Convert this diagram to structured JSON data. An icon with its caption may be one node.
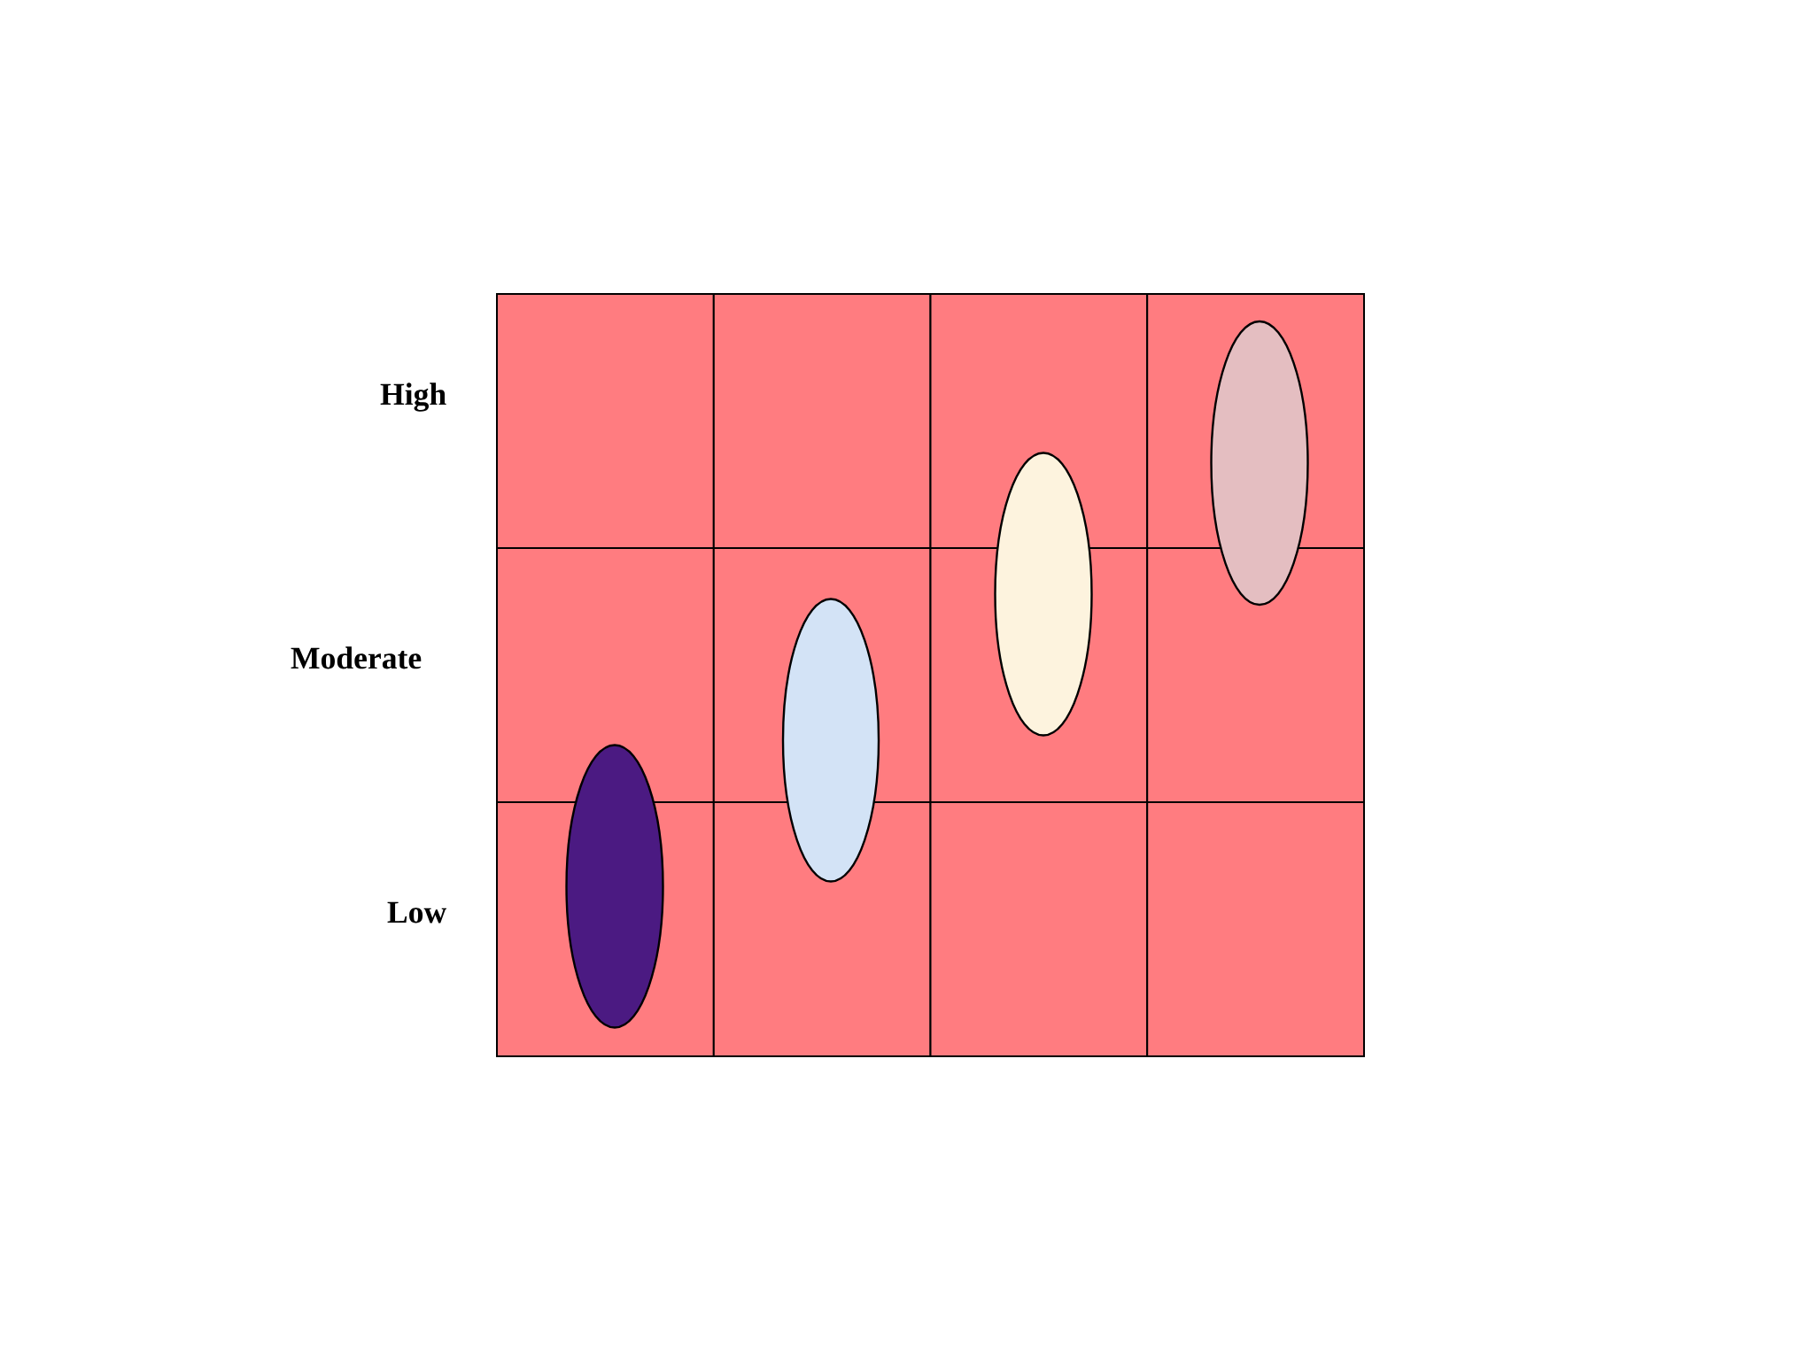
{
  "diagram": {
    "nodes": [
      {
        "text": [],
        "shape": "ellipse"
      },
      {
        "text": [],
        "shape": "ellipse"
      },
      {
        "text": [],
        "shape": "ellipse"
      },
      {
        "text": [],
        "shape": "ellipse"
      }
    ],
    "labels": [
      "High",
      "Moderate",
      "Low"
    ]
  }
}
